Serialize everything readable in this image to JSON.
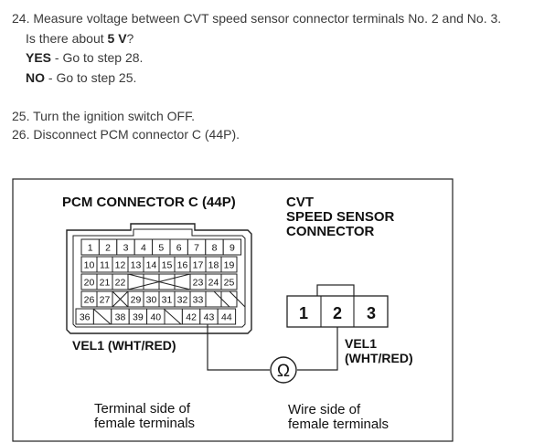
{
  "steps": {
    "s24_text": "24. Measure voltage between CVT speed sensor connector terminals No. 2 and No. 3.",
    "s24_q_pre": "Is there about ",
    "s24_q_value": "5 V",
    "s24_q_post": "?",
    "yes_label": "YES",
    "yes_text": " - Go to step 28.",
    "no_label": "NO",
    "no_text": " - Go to step 25.",
    "s25_text": "25. Turn the ignition switch OFF.",
    "s26_text": "26. Disconnect PCM connector C (44P)."
  },
  "diagram": {
    "pcm_title": "PCM CONNECTOR C (44P)",
    "cvt_title_1": "CVT",
    "cvt_title_2": "SPEED SENSOR",
    "cvt_title_3": "CONNECTOR",
    "pcm_pins": {
      "row1": [
        "1",
        "2",
        "3",
        "4",
        "5",
        "6",
        "7",
        "8",
        "9"
      ],
      "row2": [
        "10",
        "11",
        "12",
        "13",
        "14",
        "15",
        "16",
        "17",
        "18",
        "19"
      ],
      "row3": [
        "20",
        "21",
        "22",
        "",
        "",
        "",
        "",
        "23",
        "24",
        "25"
      ],
      "row4": [
        "26",
        "27",
        "",
        "29",
        "30",
        "31",
        "32",
        "33",
        "",
        ""
      ],
      "row5": [
        "36",
        "",
        "38",
        "39",
        "40",
        "",
        "42",
        "43",
        "44"
      ]
    },
    "cvt_pins": [
      "1",
      "2",
      "3"
    ],
    "wire_left": "VEL1 (WHT/RED)",
    "wire_right_1": "VEL1",
    "wire_right_2": "(WHT/RED)",
    "meter_symbol": "Ω",
    "pcm_note_1": "Terminal side of",
    "pcm_note_2": "female terminals",
    "cvt_note_1": "Wire side of",
    "cvt_note_2": "female terminals"
  }
}
